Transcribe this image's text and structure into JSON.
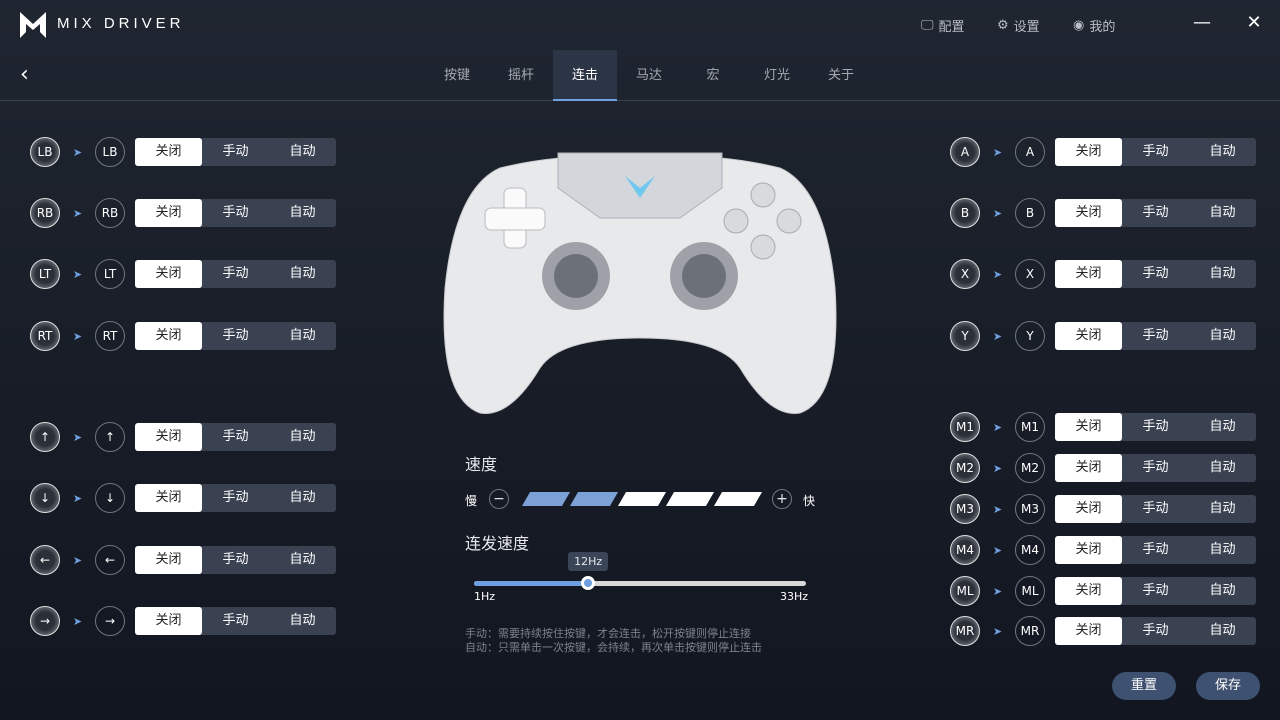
{
  "app": {
    "brand": "MIX DRIVER",
    "menu": [
      {
        "icon": "monitor-icon",
        "label": "配置"
      },
      {
        "icon": "gear-icon",
        "label": "设置"
      },
      {
        "icon": "user-icon",
        "label": "我的"
      }
    ]
  },
  "tabs": [
    {
      "label": "按键"
    },
    {
      "label": "摇杆"
    },
    {
      "label": "连击",
      "active": true
    },
    {
      "label": "马达"
    },
    {
      "label": "宏"
    },
    {
      "label": "灯光"
    },
    {
      "label": "关于"
    }
  ],
  "options": [
    "关闭",
    "手动",
    "自动"
  ],
  "left_rows": [
    {
      "key": "LB",
      "sel": 0
    },
    {
      "key": "RB",
      "sel": 0
    },
    {
      "key": "LT",
      "sel": 0
    },
    {
      "key": "RT",
      "sel": 0
    },
    {
      "key": "↑",
      "sel": 0
    },
    {
      "key": "↓",
      "sel": 0
    },
    {
      "key": "←",
      "sel": 0
    },
    {
      "key": "→",
      "sel": 0
    }
  ],
  "right_rows": [
    {
      "key": "A",
      "sel": 0
    },
    {
      "key": "B",
      "sel": 0
    },
    {
      "key": "X",
      "sel": 0
    },
    {
      "key": "Y",
      "sel": 0
    },
    {
      "key": "M1",
      "sel": 0
    },
    {
      "key": "M2",
      "sel": 0
    },
    {
      "key": "M3",
      "sel": 0
    },
    {
      "key": "M4",
      "sel": 0
    },
    {
      "key": "ML",
      "sel": 0
    },
    {
      "key": "MR",
      "sel": 0
    }
  ],
  "speed": {
    "title": "速度",
    "slow": "慢",
    "fast": "快",
    "level": 2,
    "max": 5,
    "active_color": "#7ba1d6"
  },
  "rate": {
    "title": "连发速度",
    "value_label": "12Hz",
    "min_label": "1Hz",
    "max_label": "33Hz",
    "min": 1,
    "max": 33,
    "value": 12
  },
  "notes": [
    "手动：需要持续按住按键，才会连击，松开按键则停止连接",
    "自动：只需单击一次按键，会持续，再次单击按键则停止连击"
  ],
  "buttons": {
    "reset": "重置",
    "save": "保存"
  }
}
